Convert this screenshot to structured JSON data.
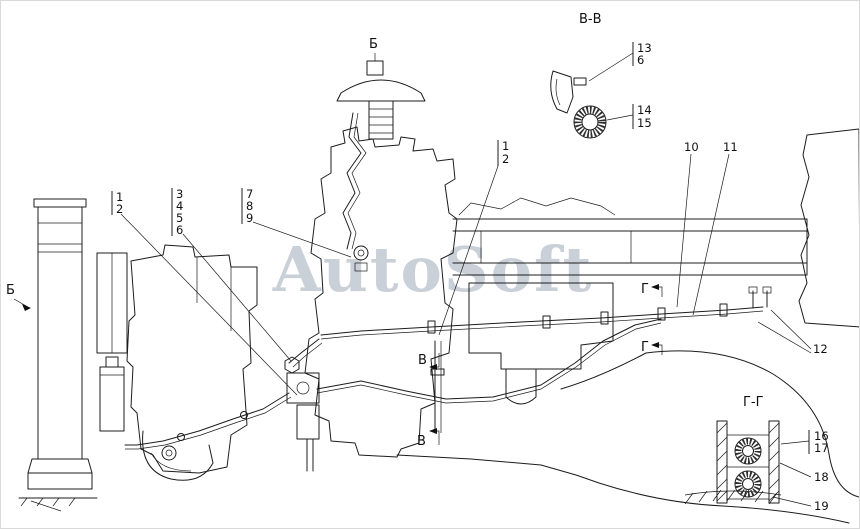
{
  "watermark": "AutoSoft",
  "views": {
    "top_view_label": "Б",
    "left_arrow_label": "Б",
    "section_bb_title": "В-В",
    "section_gg_title": "Г-Г",
    "plane_v_top": "В",
    "plane_v_bottom": "В",
    "plane_g_top": "Г",
    "plane_g_bottom": "Г"
  },
  "callouts": {
    "left_pair": [
      "1",
      "2"
    ],
    "left_quad": [
      "3",
      "4",
      "5",
      "6"
    ],
    "left_triple": [
      "7",
      "8",
      "9"
    ],
    "top_pair": [
      "1",
      "2"
    ],
    "n10": "10",
    "n11": "11",
    "n12": "12",
    "bb_pair": [
      "13",
      "6"
    ],
    "bb_pair2": [
      "14",
      "15"
    ],
    "gg_pair": [
      "16",
      "17"
    ],
    "n18": "18",
    "n19": "19"
  }
}
